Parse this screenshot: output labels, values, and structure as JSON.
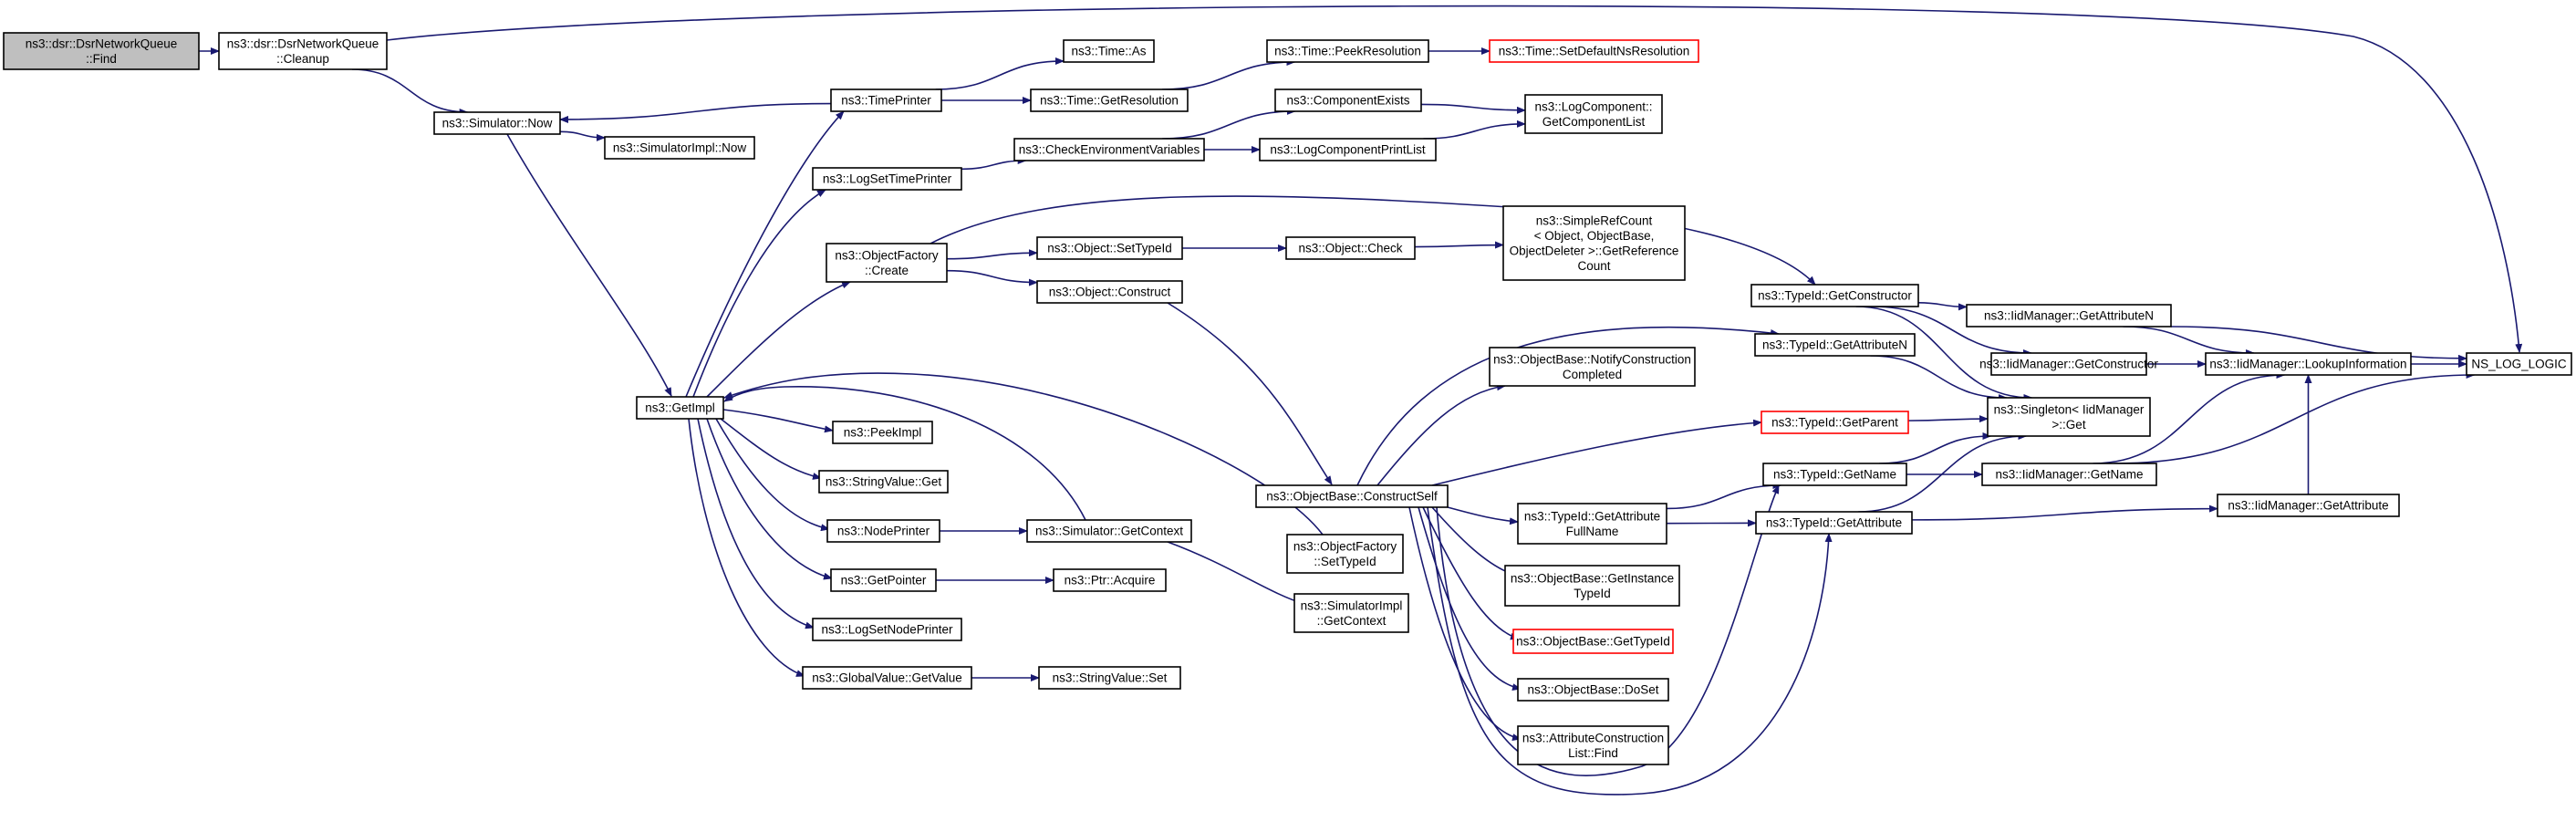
{
  "diagram": {
    "title": "",
    "colors": {
      "edge": "#191970",
      "node_border": "#000000",
      "node_fill": "#ffffff",
      "root_fill": "#bfbfbf",
      "truncated_border": "#ff0000"
    },
    "nodes": [
      {
        "id": "find",
        "lines": [
          "ns3::dsr::DsrNetworkQueue",
          "::Find"
        ],
        "style": "root"
      },
      {
        "id": "cleanup",
        "lines": [
          "ns3::dsr::DsrNetworkQueue",
          "::Cleanup"
        ],
        "style": "normal"
      },
      {
        "id": "sim_now",
        "lines": [
          "ns3::Simulator::Now"
        ],
        "style": "normal"
      },
      {
        "id": "simimpl_now",
        "lines": [
          "ns3::SimulatorImpl::Now"
        ],
        "style": "normal"
      },
      {
        "id": "getimpl",
        "lines": [
          "ns3::GetImpl"
        ],
        "style": "normal"
      },
      {
        "id": "timeprinter",
        "lines": [
          "ns3::TimePrinter"
        ],
        "style": "normal"
      },
      {
        "id": "time_as",
        "lines": [
          "ns3::Time::As"
        ],
        "style": "normal"
      },
      {
        "id": "time_getres",
        "lines": [
          "ns3::Time::GetResolution"
        ],
        "style": "normal"
      },
      {
        "id": "time_peekres",
        "lines": [
          "ns3::Time::PeekResolution"
        ],
        "style": "normal"
      },
      {
        "id": "time_setdef",
        "lines": [
          "ns3::Time::SetDefaultNsResolution"
        ],
        "style": "truncated"
      },
      {
        "id": "logsettimeprinter",
        "lines": [
          "ns3::LogSetTimePrinter"
        ],
        "style": "normal"
      },
      {
        "id": "checkenv",
        "lines": [
          "ns3::CheckEnvironmentVariables"
        ],
        "style": "normal"
      },
      {
        "id": "compexists",
        "lines": [
          "ns3::ComponentExists"
        ],
        "style": "normal"
      },
      {
        "id": "logcompprint",
        "lines": [
          "ns3::LogComponentPrintList"
        ],
        "style": "normal"
      },
      {
        "id": "getcomplist",
        "lines": [
          "ns3::LogComponent::",
          "GetComponentList"
        ],
        "style": "normal"
      },
      {
        "id": "objfactory_create",
        "lines": [
          "ns3::ObjectFactory",
          "::Create"
        ],
        "style": "normal"
      },
      {
        "id": "obj_settypeid",
        "lines": [
          "ns3::Object::SetTypeId"
        ],
        "style": "normal"
      },
      {
        "id": "obj_check",
        "lines": [
          "ns3::Object::Check"
        ],
        "style": "normal"
      },
      {
        "id": "simplerefcount",
        "lines": [
          "ns3::SimpleRefCount",
          "< Object, ObjectBase,",
          "ObjectDeleter >::GetReference",
          "Count"
        ],
        "style": "normal"
      },
      {
        "id": "obj_construct",
        "lines": [
          "ns3::Object::Construct"
        ],
        "style": "normal"
      },
      {
        "id": "peekimpl",
        "lines": [
          "ns3::PeekImpl"
        ],
        "style": "normal"
      },
      {
        "id": "stringvalue_get",
        "lines": [
          "ns3::StringValue::Get"
        ],
        "style": "normal"
      },
      {
        "id": "nodeprinter",
        "lines": [
          "ns3::NodePrinter"
        ],
        "style": "normal"
      },
      {
        "id": "sim_getcontext",
        "lines": [
          "ns3::Simulator::GetContext"
        ],
        "style": "normal"
      },
      {
        "id": "getpointer",
        "lines": [
          "ns3::GetPointer"
        ],
        "style": "normal"
      },
      {
        "id": "ptr_acquire",
        "lines": [
          "ns3::Ptr::Acquire"
        ],
        "style": "normal"
      },
      {
        "id": "logsetnodeprinter",
        "lines": [
          "ns3::LogSetNodePrinter"
        ],
        "style": "normal"
      },
      {
        "id": "globalvalue_get",
        "lines": [
          "ns3::GlobalValue::GetValue"
        ],
        "style": "normal"
      },
      {
        "id": "stringvalue_set",
        "lines": [
          "ns3::StringValue::Set"
        ],
        "style": "normal"
      },
      {
        "id": "constructself",
        "lines": [
          "ns3::ObjectBase::ConstructSelf"
        ],
        "style": "normal"
      },
      {
        "id": "objfactory_settypeid",
        "lines": [
          "ns3::ObjectFactory",
          "::SetTypeId"
        ],
        "style": "normal"
      },
      {
        "id": "simimpl_getcontext",
        "lines": [
          "ns3::SimulatorImpl",
          "::GetContext"
        ],
        "style": "normal"
      },
      {
        "id": "notifyconstruction",
        "lines": [
          "ns3::ObjectBase::NotifyConstruction",
          "Completed"
        ],
        "style": "normal"
      },
      {
        "id": "getattrfullname",
        "lines": [
          "ns3::TypeId::GetAttribute",
          "FullName"
        ],
        "style": "normal"
      },
      {
        "id": "getinstancetypeid",
        "lines": [
          "ns3::ObjectBase::GetInstance",
          "TypeId"
        ],
        "style": "normal"
      },
      {
        "id": "objbase_gettypeid",
        "lines": [
          "ns3::ObjectBase::GetTypeId"
        ],
        "style": "truncated"
      },
      {
        "id": "doset",
        "lines": [
          "ns3::ObjectBase::DoSet"
        ],
        "style": "normal"
      },
      {
        "id": "attrconstruction_find",
        "lines": [
          "ns3::AttributeConstruction",
          "List::Find"
        ],
        "style": "normal"
      },
      {
        "id": "typeid_getconstructor",
        "lines": [
          "ns3::TypeId::GetConstructor"
        ],
        "style": "normal"
      },
      {
        "id": "typeid_getattributen",
        "lines": [
          "ns3::TypeId::GetAttributeN"
        ],
        "style": "normal"
      },
      {
        "id": "typeid_getparent",
        "lines": [
          "ns3::TypeId::GetParent"
        ],
        "style": "truncated"
      },
      {
        "id": "typeid_getname",
        "lines": [
          "ns3::TypeId::GetName"
        ],
        "style": "normal"
      },
      {
        "id": "typeid_getattribute",
        "lines": [
          "ns3::TypeId::GetAttribute"
        ],
        "style": "normal"
      },
      {
        "id": "singleton_get",
        "lines": [
          "ns3::Singleton< IidManager",
          ">::Get"
        ],
        "style": "normal"
      },
      {
        "id": "iid_getattributen",
        "lines": [
          "ns3::IidManager::GetAttributeN"
        ],
        "style": "normal"
      },
      {
        "id": "iid_getconstructor",
        "lines": [
          "ns3::IidManager::GetConstructor"
        ],
        "style": "normal"
      },
      {
        "id": "iid_lookup",
        "lines": [
          "ns3::IidManager::LookupInformation"
        ],
        "style": "normal"
      },
      {
        "id": "iid_getname",
        "lines": [
          "ns3::IidManager::GetName"
        ],
        "style": "normal"
      },
      {
        "id": "iid_getattribute",
        "lines": [
          "ns3::IidManager::GetAttribute"
        ],
        "style": "normal"
      },
      {
        "id": "ns_log_logic",
        "lines": [
          "NS_LOG_LOGIC"
        ],
        "style": "normal"
      }
    ],
    "edges": [
      [
        "find",
        "cleanup"
      ],
      [
        "cleanup",
        "sim_now"
      ],
      [
        "cleanup",
        "ns_log_logic"
      ],
      [
        "sim_now",
        "simimpl_now"
      ],
      [
        "sim_now",
        "getimpl"
      ],
      [
        "timeprinter",
        "sim_now"
      ],
      [
        "timeprinter",
        "time_as"
      ],
      [
        "timeprinter",
        "time_getres"
      ],
      [
        "time_getres",
        "time_peekres"
      ],
      [
        "time_peekres",
        "time_setdef"
      ],
      [
        "getimpl",
        "timeprinter"
      ],
      [
        "getimpl",
        "logsettimeprinter"
      ],
      [
        "getimpl",
        "objfactory_create"
      ],
      [
        "getimpl",
        "peekimpl"
      ],
      [
        "getimpl",
        "stringvalue_get"
      ],
      [
        "getimpl",
        "nodeprinter"
      ],
      [
        "getimpl",
        "getpointer"
      ],
      [
        "getimpl",
        "logsetnodeprinter"
      ],
      [
        "getimpl",
        "globalvalue_get"
      ],
      [
        "logsettimeprinter",
        "checkenv"
      ],
      [
        "checkenv",
        "compexists"
      ],
      [
        "checkenv",
        "logcompprint"
      ],
      [
        "compexists",
        "getcomplist"
      ],
      [
        "logcompprint",
        "getcomplist"
      ],
      [
        "objfactory_create",
        "obj_settypeid"
      ],
      [
        "objfactory_create",
        "obj_construct"
      ],
      [
        "objfactory_create",
        "typeid_getconstructor"
      ],
      [
        "obj_settypeid",
        "obj_check"
      ],
      [
        "obj_check",
        "simplerefcount"
      ],
      [
        "obj_construct",
        "constructself"
      ],
      [
        "nodeprinter",
        "sim_getcontext"
      ],
      [
        "sim_getcontext",
        "getimpl"
      ],
      [
        "sim_getcontext",
        "simimpl_getcontext"
      ],
      [
        "getpointer",
        "ptr_acquire"
      ],
      [
        "globalvalue_get",
        "stringvalue_set"
      ],
      [
        "objfactory_settypeid",
        "getimpl"
      ],
      [
        "constructself",
        "notifyconstruction"
      ],
      [
        "constructself",
        "typeid_getattributen"
      ],
      [
        "constructself",
        "typeid_getparent"
      ],
      [
        "constructself",
        "typeid_getname"
      ],
      [
        "constructself",
        "getattrfullname"
      ],
      [
        "constructself",
        "getinstancetypeid"
      ],
      [
        "constructself",
        "objbase_gettypeid"
      ],
      [
        "constructself",
        "doset"
      ],
      [
        "constructself",
        "attrconstruction_find"
      ],
      [
        "constructself",
        "typeid_getattribute"
      ],
      [
        "getattrfullname",
        "typeid_getname"
      ],
      [
        "getattrfullname",
        "typeid_getattribute"
      ],
      [
        "typeid_getconstructor",
        "iid_getattributen"
      ],
      [
        "typeid_getconstructor",
        "iid_getconstructor"
      ],
      [
        "typeid_getconstructor",
        "singleton_get"
      ],
      [
        "typeid_getattributen",
        "singleton_get"
      ],
      [
        "typeid_getparent",
        "singleton_get"
      ],
      [
        "typeid_getname",
        "singleton_get"
      ],
      [
        "typeid_getname",
        "iid_getname"
      ],
      [
        "typeid_getattribute",
        "singleton_get"
      ],
      [
        "typeid_getattribute",
        "iid_getattribute"
      ],
      [
        "iid_getattributen",
        "iid_lookup"
      ],
      [
        "iid_getattributen",
        "ns_log_logic"
      ],
      [
        "iid_getconstructor",
        "iid_lookup"
      ],
      [
        "iid_lookup",
        "ns_log_logic"
      ],
      [
        "iid_getname",
        "iid_lookup"
      ],
      [
        "iid_getname",
        "ns_log_logic"
      ],
      [
        "iid_getattribute",
        "iid_lookup"
      ]
    ]
  }
}
